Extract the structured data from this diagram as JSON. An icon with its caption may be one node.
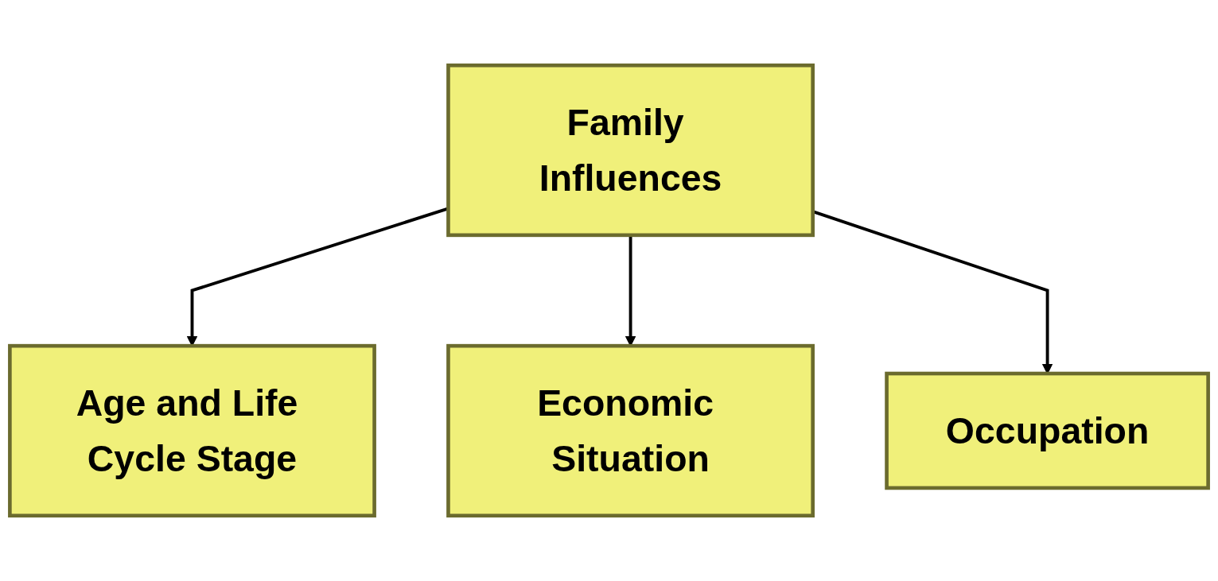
{
  "diagram": {
    "nodes": [
      {
        "text": [
          "Family Influences"
        ]
      },
      {
        "text": [
          "Age and Life Cycle Stage"
        ]
      },
      {
        "text": [
          "Economic Situation"
        ]
      },
      {
        "text": [
          "Occupation"
        ]
      }
    ],
    "edges": [
      {
        "from": 0,
        "to": 1,
        "arrow": "to"
      },
      {
        "from": 0,
        "to": 2,
        "arrow": "to"
      },
      {
        "from": 0,
        "to": 3,
        "arrow": "to"
      }
    ]
  }
}
